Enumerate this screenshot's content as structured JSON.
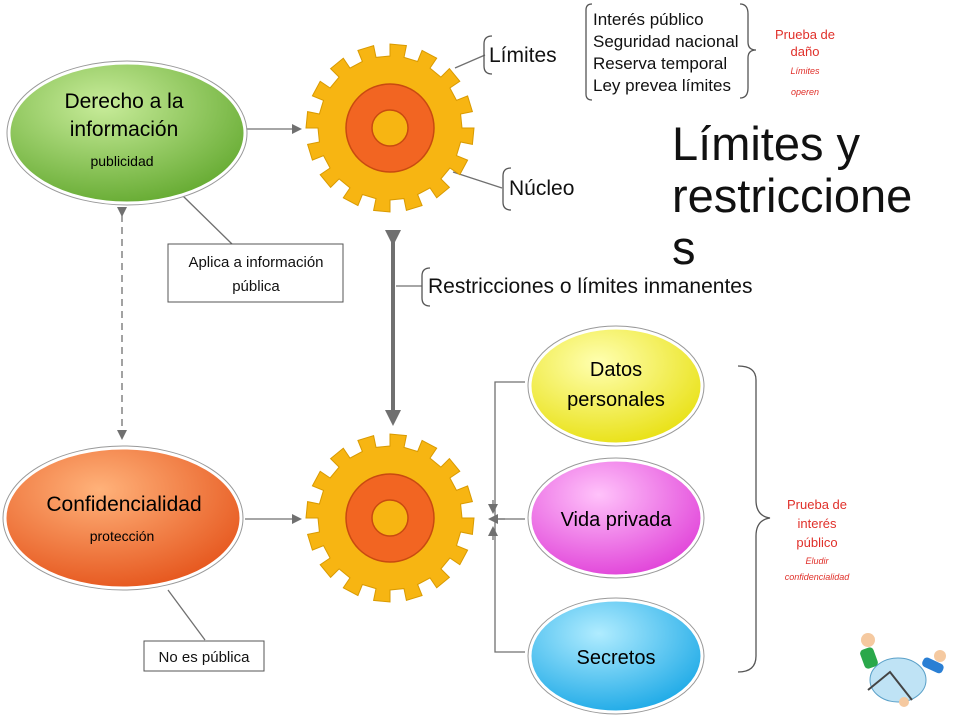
{
  "title": {
    "line1": "Límites y",
    "line2": "restriccione",
    "line3": "s"
  },
  "nodes": {
    "derecho": {
      "line1": "Derecho a la",
      "line2": "información",
      "sub": "publicidad",
      "color": "#7cc142"
    },
    "confidencialidad": {
      "line1": "Confidencialidad",
      "sub": "protección",
      "color": "#f26522"
    },
    "datos": {
      "line1": "Datos",
      "line2": "personales",
      "color": "#f5f022"
    },
    "vida": {
      "line1": "Vida privada",
      "color": "#ee55e4"
    },
    "secretos": {
      "line1": "Secretos",
      "color": "#2eb8ee"
    }
  },
  "boxes": {
    "aplica": {
      "line1": "Aplica a información",
      "line2": "pública"
    },
    "no_publica": {
      "line1": "No es pública"
    }
  },
  "labels": {
    "limites": "Límites",
    "nucleo": "Núcleo",
    "restricciones": "Restricciones o límites inmanentes"
  },
  "limites_list": [
    "Interés público",
    "Seguridad nacional",
    "Reserva temporal",
    "Ley prevea límites"
  ],
  "prueba_dano": {
    "line1": "Prueba de",
    "line2": "daño",
    "note1": "Límites",
    "note2": "operen"
  },
  "prueba_interes": {
    "line1": "Prueba de",
    "line2": "interés",
    "line3": "público",
    "note1": "Eludir",
    "note2": "confidencialidad"
  },
  "colors": {
    "gear_outer": "#f7b512",
    "gear_ring": "#f26522",
    "arrow": "#707070"
  }
}
